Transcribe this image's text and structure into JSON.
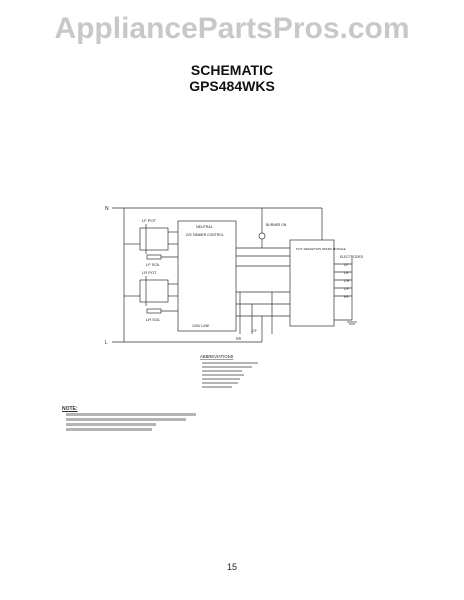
{
  "watermark": "AppliancePartsPros.com",
  "title_line1": "SCHEMATIC",
  "title_line2": "GPS484WKS",
  "page_number": "15",
  "note_heading": "NOTE:",
  "abbrev_heading": "ABBREVIATIONS",
  "labels": {
    "n": "N",
    "l": "L",
    "lf_pot": "LF POT",
    "lf_sol": "LF SOL",
    "lr_pot": "LR POT",
    "lr_sol": "LR SOL",
    "neutral": "NEUTRAL",
    "dual_control": "D/S SIMMER CONTROL",
    "burner_on": "BURNER ON",
    "line_120v": "120V LINE",
    "electrodes": "ELECTRODES",
    "ignition_module": "5 PT. REIGNITION SPARK MODULE",
    "lf": "LF",
    "lr": "LR",
    "cr": "CR",
    "cf": "CF",
    "rf": "RF",
    "rr": "RR",
    "cf_bottom": "CF"
  }
}
